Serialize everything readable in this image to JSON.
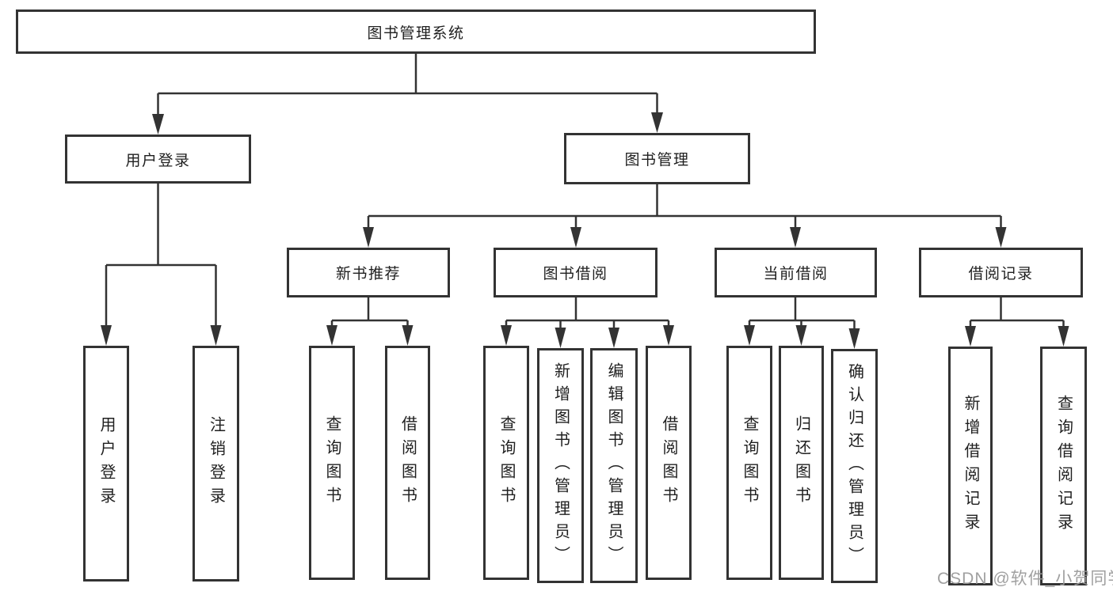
{
  "diagram": {
    "root": {
      "label": "图书管理系统"
    },
    "branches": [
      {
        "label": "用户登录",
        "children": [
          {
            "label": "用户登录"
          },
          {
            "label": "注销登录"
          }
        ]
      },
      {
        "label": "图书管理",
        "children": [
          {
            "label": "新书推荐",
            "children": [
              {
                "label": "查询图书"
              },
              {
                "label": "借阅图书"
              }
            ]
          },
          {
            "label": "图书借阅",
            "children": [
              {
                "label": "查询图书"
              },
              {
                "label": "新增图书（管理员）"
              },
              {
                "label": "编辑图书（管理员）"
              },
              {
                "label": "借阅图书"
              }
            ]
          },
          {
            "label": "当前借阅",
            "children": [
              {
                "label": "查询图书"
              },
              {
                "label": "归还图书"
              },
              {
                "label": "确认归还（管理员）"
              }
            ]
          },
          {
            "label": "借阅记录",
            "children": [
              {
                "label": "新增借阅记录"
              },
              {
                "label": "查询借阅记录"
              }
            ]
          }
        ]
      }
    ]
  },
  "watermark": {
    "text": "CSDN @软件_小贺同学"
  },
  "colors": {
    "box_border": "#333333",
    "connector_line": "#333333",
    "text": "#1f1f1f",
    "background": "#ffffff",
    "watermark_text": "#989898"
  }
}
